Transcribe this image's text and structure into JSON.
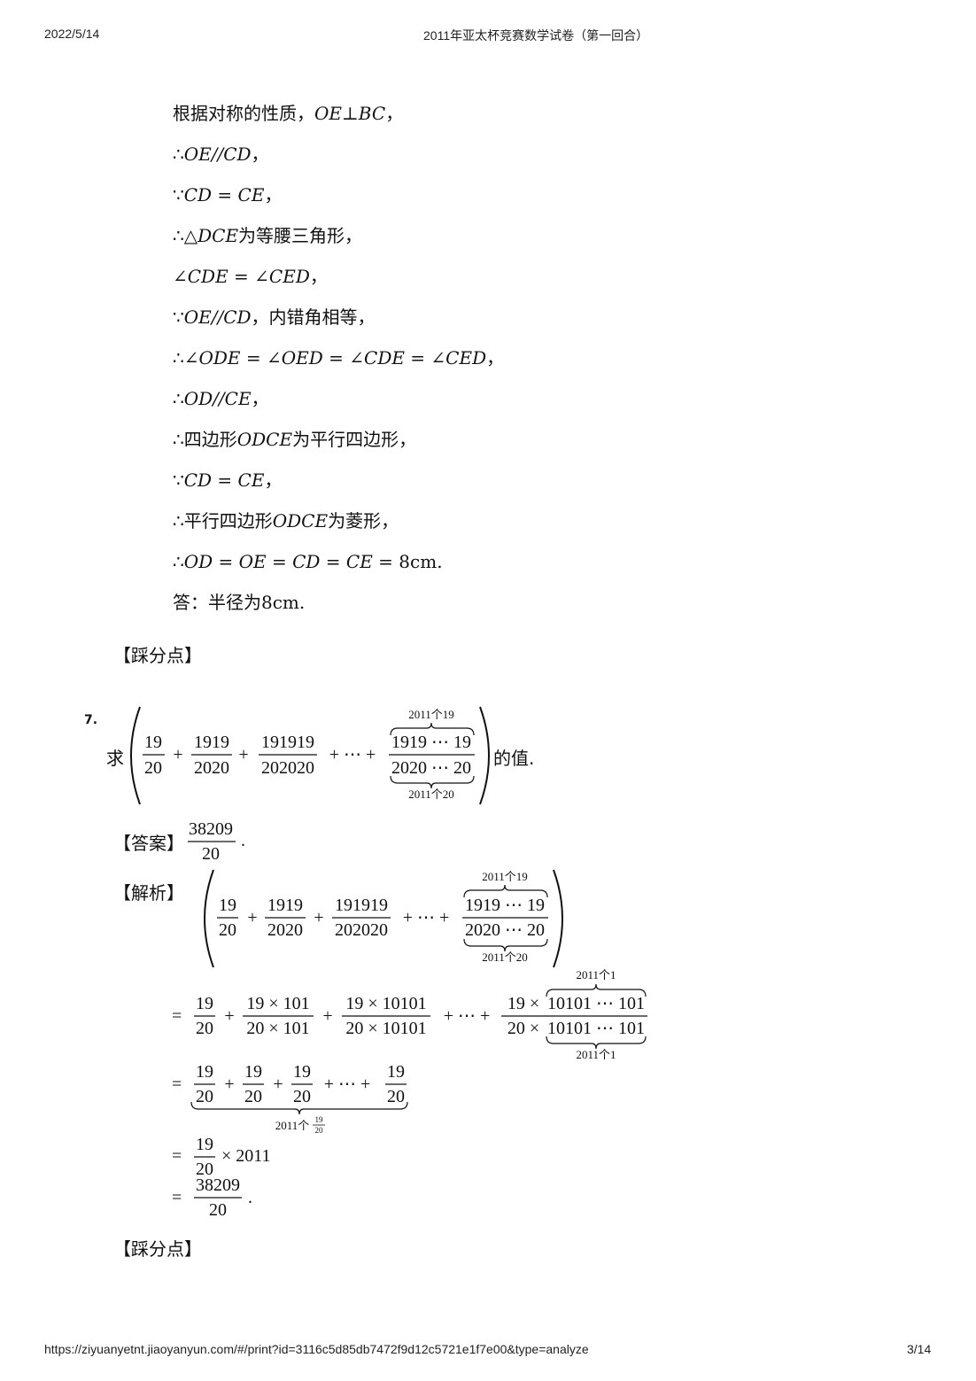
{
  "header": {
    "date": "2022/5/14",
    "title": "2011年亚太杯竞赛数学试卷（第一回合）"
  },
  "footer": {
    "url": "https://ziyuanyetnt.jiaoyanyun.com/#/print?id=3116c5d85db7472f9d12c5721e1f7e00&type=analyze",
    "page": "3/14"
  },
  "proof": [
    {
      "pre": "根据对称的性质，",
      "math": "OE⊥BC",
      "post": "，"
    },
    {
      "pre": "∴",
      "math": "OE//CD",
      "post": "，"
    },
    {
      "pre": "∵",
      "math": "CD = CE",
      "post": "，"
    },
    {
      "pre": "∴△",
      "math": "DCE",
      "post": "为等腰三角形，"
    },
    {
      "pre": "",
      "math": "∠CDE = ∠CED",
      "post": "，"
    },
    {
      "pre": "∵",
      "math": "OE//CD",
      "post": "，内错角相等，"
    },
    {
      "pre": "∴",
      "math": "∠ODE = ∠OED = ∠CDE = ∠CED",
      "post": "，"
    },
    {
      "pre": "∴",
      "math": "OD//CE",
      "post": "，"
    },
    {
      "pre": "∴四边形",
      "math": "ODCE",
      "post": "为平行四边形，"
    },
    {
      "pre": "∵",
      "math": "CD = CE",
      "post": "，"
    },
    {
      "pre": "∴平行四边形",
      "math": "ODCE",
      "post": "为菱形，"
    },
    {
      "pre": "∴",
      "math": "OD = OE = CD = CE = ",
      "post": "8cm."
    },
    {
      "pre": "答：半径为",
      "math": "",
      "post": "8cm."
    }
  ],
  "labels": {
    "points": "【踩分点】",
    "answer": "【答案】",
    "analysis": "【解析】",
    "qnum": "7.",
    "qpre": "求",
    "qpost": "的值."
  },
  "math": {
    "n19": "19",
    "d20": "20",
    "n1919": "1919",
    "d2020": "2020",
    "n191919": "191919",
    "d202020": "202020",
    "plus": "+",
    "cdots": "+ ⋯ +",
    "eq": "=",
    "times": "×",
    "dot": ".",
    "ob19": "2011个19",
    "ub20": "2011个20",
    "lnum": "1919 ⋯ 19",
    "lden": "2020 ⋯ 20",
    "ans_num": "38209",
    "ans_den": "20",
    "s2n1": "19 × 101",
    "s2d1": "20 × 101",
    "s2n2": "19 × 10101",
    "s2d2": "20 × 10101",
    "s2n3": "19 ×",
    "s2d3": "20 ×",
    "s2lnum": "10101 ⋯ 101",
    "s2lden": "10101 ⋯ 101",
    "ob1": "2011个1",
    "ub1": "2011个1",
    "ub1920": "2011个",
    "t2011": "× 2011"
  }
}
